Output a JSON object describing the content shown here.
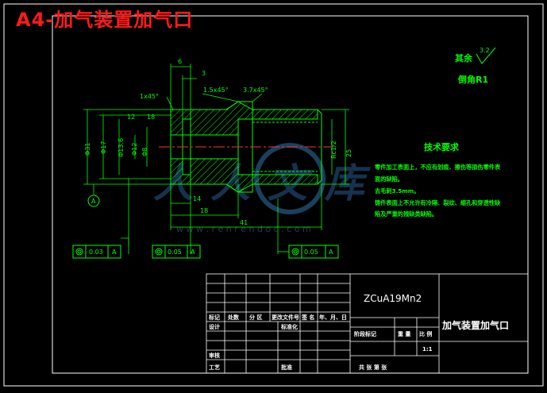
{
  "header": {
    "title": "A4-加气装置加气口"
  },
  "drawing": {
    "dimensions": {
      "d6": "6",
      "d3": "3",
      "chamfer_left": "1x45°",
      "chamfer_mid": "1.5x45°",
      "chamfer_right": "3.7x45°",
      "dia_31": "Φ31",
      "dia_17": "Φ17",
      "dia_13_6": "Φ13.6",
      "dia_12": "Φ12",
      "dia_8": "Φ8",
      "len_14": "14",
      "len_18": "18",
      "len_41": "41",
      "thread_rc": "Rc1/2",
      "dia_25": "25",
      "small_18": "18",
      "small_12": "12",
      "datum_a": "A"
    },
    "tolerances": [
      {
        "value": "0.03",
        "datum": "A"
      },
      {
        "value": "0.05",
        "datum": "A"
      },
      {
        "value": "0.05",
        "datum": "A"
      }
    ],
    "surface": {
      "rest_label": "其余",
      "roughness": "3.2",
      "chamfer_note": "倒角R1"
    },
    "tech_requirements": {
      "heading": "技术要求",
      "lines": [
        "零件加工表面上，不应有划痕、擦伤等损伤零件表",
        "面的缺陷。",
        "去毛刺3.5mm。",
        "铸件表面上不允许有冷隔、裂纹、缩孔和穿透性缺",
        "陷及严重的残缺类缺陷。"
      ]
    },
    "watermark": {
      "text": "人人文库",
      "url": "w w w . r e n r e n d o c . c o m"
    }
  },
  "title_block": {
    "material": "ZCuA19Mn2",
    "part_name": "加气装置加气口",
    "scale": "1:1",
    "headers": {
      "mark": "标记",
      "count": "处数",
      "zone": "分 区",
      "doc_no": "更改文件号",
      "sign": "签 名",
      "date": "年、月、日",
      "design": "设计",
      "standardize": "标准化",
      "review": "审核",
      "process": "工艺",
      "approve": "批准",
      "stage_mark": "阶段标记",
      "weight": "重 量",
      "ratio": "比 例",
      "sheets": "共    张  第    张"
    }
  }
}
